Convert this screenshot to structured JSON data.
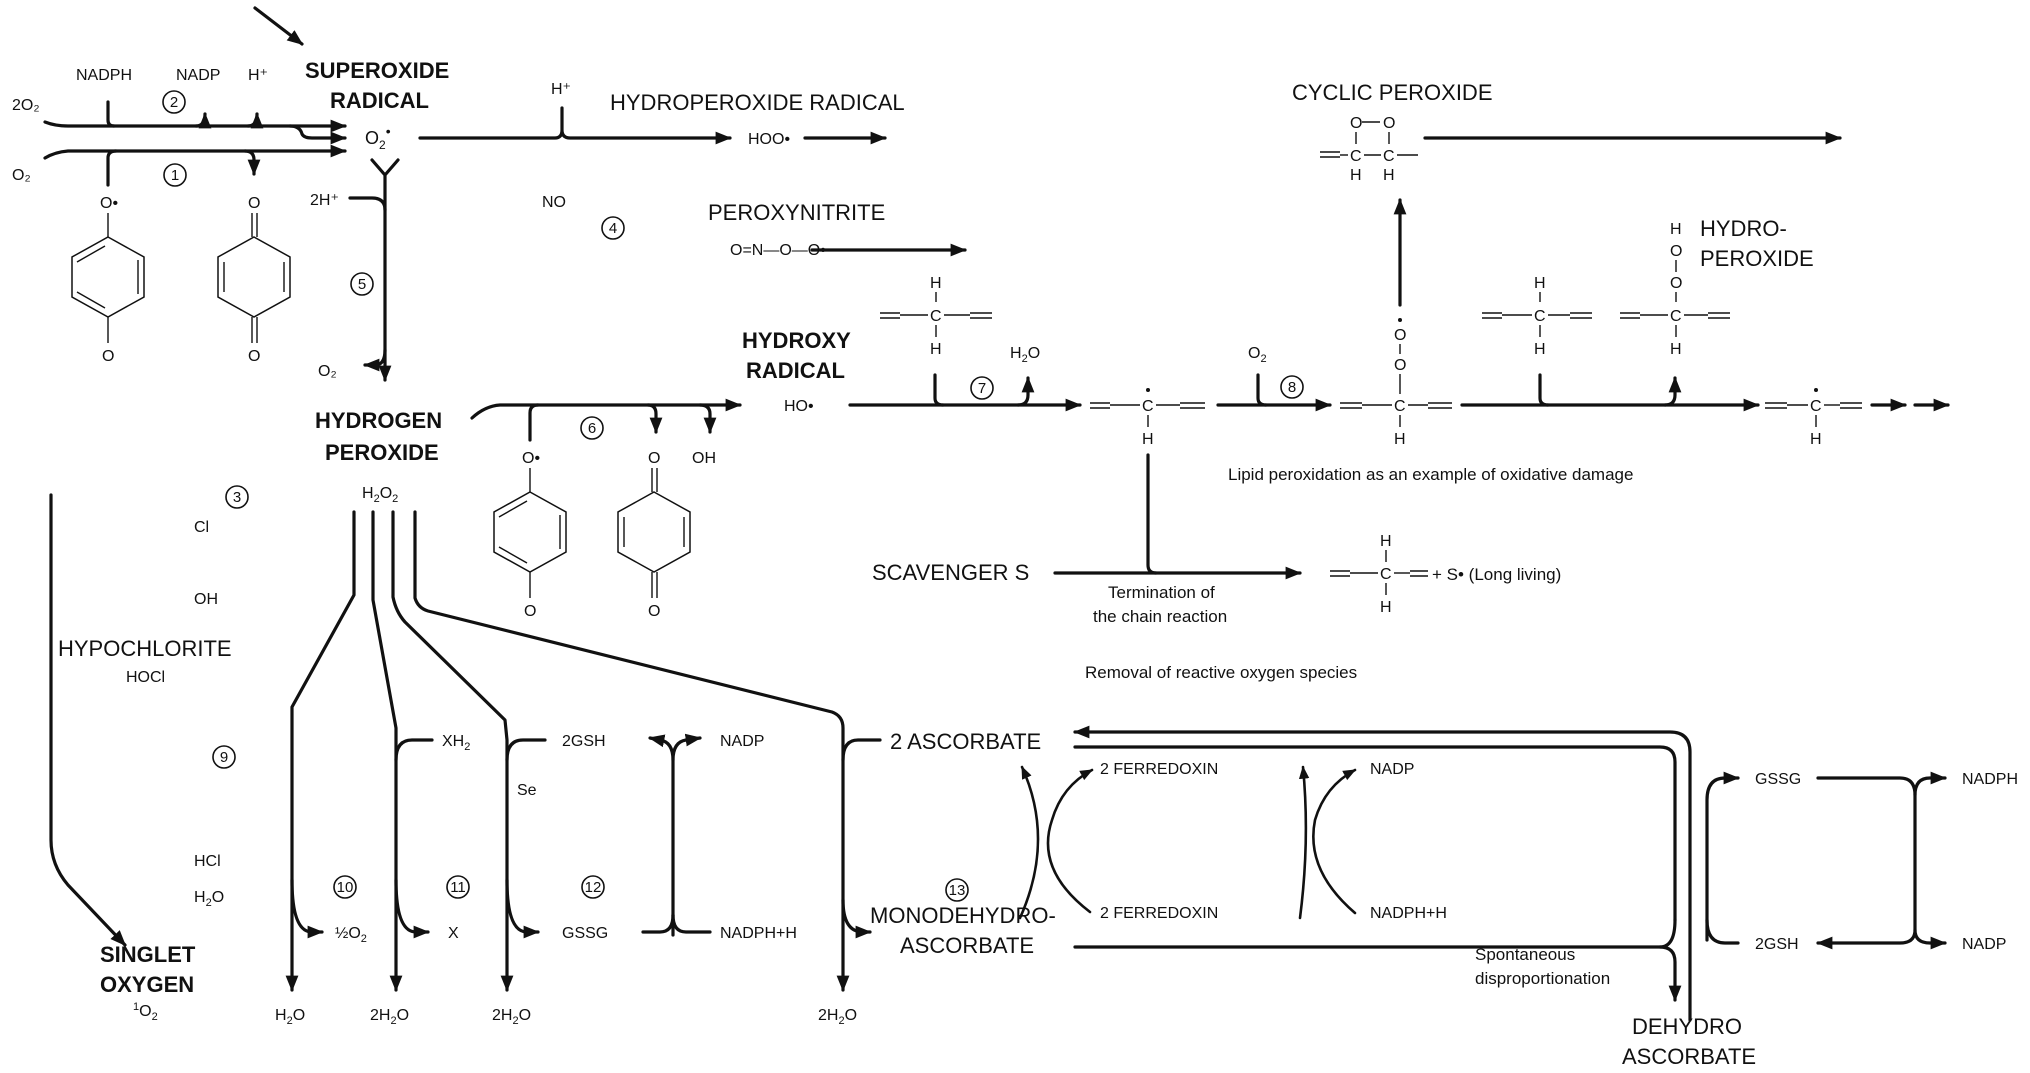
{
  "diagram": {
    "title_species": {
      "superoxide": [
        "SUPEROXIDE",
        "RADICAL"
      ],
      "superoxide_formula": "O₂⁻̇",
      "hydroperoxide": "HYDROPEROXIDE RADICAL",
      "hydroperoxide_formula": "HOO•",
      "peroxynitrite": "PEROXYNITRITE",
      "peroxynitrite_formula": "O=N—O—O•",
      "hydroxy": [
        "HYDROXY",
        "RADICAL"
      ],
      "hydroxy_formula": "HO•",
      "hydrogen_peroxide": [
        "HYDROGEN",
        "PEROXIDE"
      ],
      "hydrogen_peroxide_formula": "H₂O₂",
      "hypochlorite": "HYPOCHLORITE",
      "hypochlorite_formula": "HOCl",
      "singlet_oxygen": [
        "SINGLET",
        "OXYGEN"
      ],
      "singlet_oxygen_formula": "¹O₂",
      "cyclic_peroxide": "CYCLIC PEROXIDE",
      "hydroperoxide_lipid": [
        "HYDRO-",
        "PEROXIDE"
      ],
      "scavenger": "SCAVENGER S",
      "ascorbate": "2 ASCORBATE",
      "monodehydroascorbate": [
        "MONODEHYDRO-",
        "ASCORBATE"
      ],
      "dehydroascorbate": [
        "DEHYDRO",
        "ASCORBATE"
      ]
    },
    "reagents": {
      "two_o2": "2O₂",
      "o2_in": "O₂",
      "nadph_top": "NADPH",
      "nadp_top": "NADP",
      "h_plus_top": "H⁺",
      "h_plus_hoo": "H⁺",
      "two_h_plus": "2H⁺",
      "o2_out": "O₂",
      "no": "NO",
      "h2o_r7": "H₂O",
      "o2_r8": "O₂",
      "oh_r6": "OH",
      "cl": "Cl",
      "oh_r3": "OH",
      "hcl": "HCl",
      "h2o_r9": "H₂O",
      "half_o2": "½O₂",
      "x": "X",
      "xh2": "XH₂",
      "gsh_2": "2GSH",
      "nadp_mid": "NADP",
      "se": "Se",
      "gssg_mid": "GSSG",
      "nadph_h_mid": "NADPH+H",
      "ferredoxin_top": "2 FERREDOXIN",
      "ferredoxin_bot": "2 FERREDOXIN",
      "nadp_right": "NADP",
      "nadph_h_right": "NADPH+H",
      "gssg_right": "GSSG",
      "nadph_far": "NADPH",
      "gsh_right": "2GSH",
      "nadp_far": "NADP",
      "products": [
        "H₂O",
        "2H₂O",
        "2H₂O",
        "2H₂O"
      ],
      "s_radical": "+ S•  (Long living)"
    },
    "reaction_numbers": [
      "1",
      "2",
      "3",
      "4",
      "5",
      "6",
      "7",
      "8",
      "9",
      "10",
      "11",
      "12",
      "13"
    ],
    "captions": {
      "lipid": "Lipid peroxidation as an example of oxidative damage",
      "termination": [
        "Termination of",
        "the chain reaction"
      ],
      "removal": "Removal of reactive oxygen species",
      "spontaneous": [
        "Spontaneous",
        "disproportionation"
      ]
    },
    "atoms": {
      "O": "O",
      "O_rad": "O•",
      "C": "C",
      "C_rad": "Ċ",
      "H": "H",
      "dotO": "Ȯ"
    }
  }
}
